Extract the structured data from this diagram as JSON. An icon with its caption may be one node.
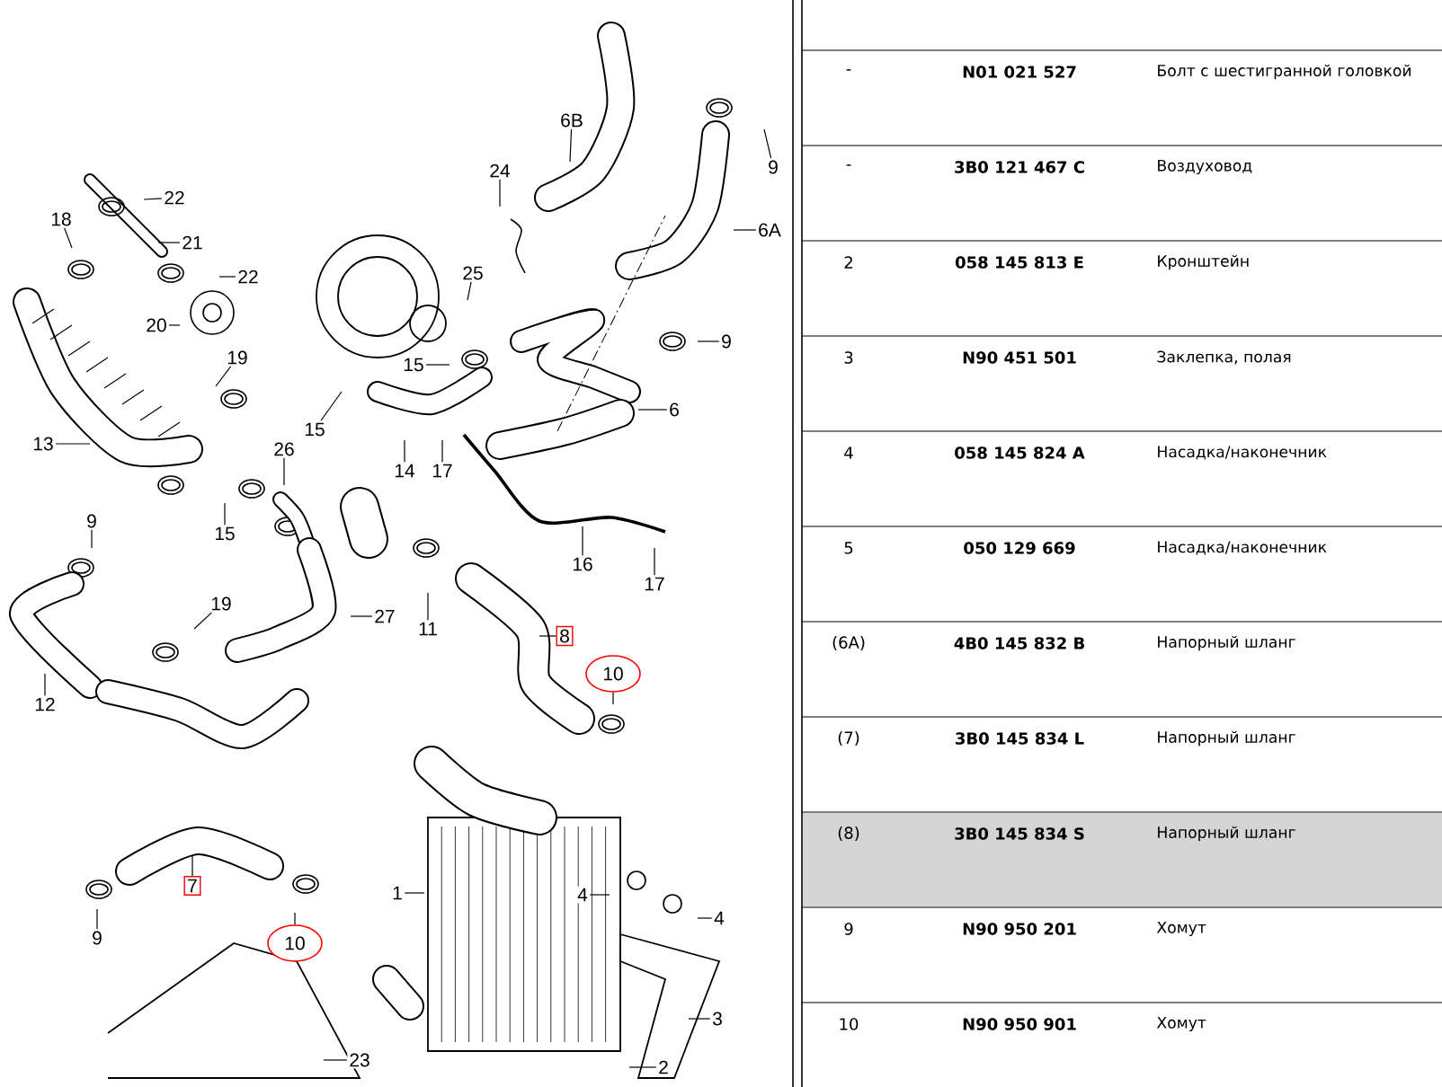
{
  "diagram": {
    "nodes": [
      {
        "text": [
          "22"
        ]
      },
      {
        "text": [
          "21"
        ]
      },
      {
        "text": [
          "22"
        ]
      },
      {
        "text": [
          "18"
        ]
      },
      {
        "text": [
          "20"
        ]
      },
      {
        "text": [
          "19"
        ]
      },
      {
        "text": [
          "13"
        ]
      },
      {
        "text": [
          "15"
        ]
      },
      {
        "text": [
          "26"
        ]
      },
      {
        "text": [
          "15"
        ]
      },
      {
        "text": [
          "9"
        ]
      },
      {
        "text": [
          "19"
        ]
      },
      {
        "text": [
          "27"
        ]
      },
      {
        "text": [
          "12"
        ]
      },
      {
        "text": [
          "7"
        ]
      },
      {
        "text": [
          "9"
        ]
      },
      {
        "text": [
          "10"
        ]
      },
      {
        "text": [
          "23"
        ]
      },
      {
        "text": [
          "6B"
        ]
      },
      {
        "text": [
          "24"
        ]
      },
      {
        "text": [
          "9"
        ]
      },
      {
        "text": [
          "6A"
        ]
      },
      {
        "text": [
          "25"
        ]
      },
      {
        "text": [
          "9"
        ]
      },
      {
        "text": [
          "15"
        ]
      },
      {
        "text": [
          "6"
        ]
      },
      {
        "text": [
          "14"
        ]
      },
      {
        "text": [
          "17"
        ]
      },
      {
        "text": [
          "16"
        ]
      },
      {
        "text": [
          "17"
        ]
      },
      {
        "text": [
          "11"
        ]
      },
      {
        "text": [
          "8"
        ]
      },
      {
        "text": [
          "10"
        ]
      },
      {
        "text": [
          "1"
        ]
      },
      {
        "text": [
          "4"
        ]
      },
      {
        "text": [
          "4"
        ]
      },
      {
        "text": [
          "3"
        ]
      },
      {
        "text": [
          "2"
        ]
      }
    ],
    "edges": [
      {
        "from": 0,
        "to": null,
        "arrow": "none"
      },
      {
        "from": 1,
        "to": null,
        "arrow": "none"
      },
      {
        "from": 2,
        "to": null,
        "arrow": "none"
      },
      {
        "from": 3,
        "to": null,
        "arrow": "none"
      },
      {
        "from": 4,
        "to": null,
        "arrow": "none"
      },
      {
        "from": 5,
        "to": null,
        "arrow": "none"
      },
      {
        "from": 6,
        "to": null,
        "arrow": "none"
      },
      {
        "from": 7,
        "to": null,
        "arrow": "none"
      },
      {
        "from": 8,
        "to": null,
        "arrow": "none"
      },
      {
        "from": 9,
        "to": null,
        "arrow": "none"
      },
      {
        "from": 10,
        "to": null,
        "arrow": "none"
      },
      {
        "from": 11,
        "to": null,
        "arrow": "none"
      },
      {
        "from": 12,
        "to": null,
        "arrow": "none"
      },
      {
        "from": 13,
        "to": null,
        "arrow": "none"
      },
      {
        "from": 14,
        "to": null,
        "arrow": "none"
      },
      {
        "from": 15,
        "to": null,
        "arrow": "none"
      },
      {
        "from": 16,
        "to": null,
        "arrow": "none"
      },
      {
        "from": 17,
        "to": null,
        "arrow": "none"
      },
      {
        "from": 18,
        "to": null,
        "arrow": "none"
      },
      {
        "from": 19,
        "to": null,
        "arrow": "none"
      },
      {
        "from": 20,
        "to": null,
        "arrow": "none"
      },
      {
        "from": 21,
        "to": null,
        "arrow": "none"
      },
      {
        "from": 22,
        "to": null,
        "arrow": "none"
      },
      {
        "from": 23,
        "to": null,
        "arrow": "none"
      },
      {
        "from": 24,
        "to": null,
        "arrow": "none"
      },
      {
        "from": 25,
        "to": null,
        "arrow": "none"
      },
      {
        "from": 26,
        "to": null,
        "arrow": "none"
      },
      {
        "from": 27,
        "to": null,
        "arrow": "none"
      },
      {
        "from": 28,
        "to": null,
        "arrow": "none"
      },
      {
        "from": 29,
        "to": null,
        "arrow": "none"
      },
      {
        "from": 30,
        "to": null,
        "arrow": "none"
      },
      {
        "from": 31,
        "to": null,
        "arrow": "none"
      },
      {
        "from": 32,
        "to": null,
        "arrow": "none"
      },
      {
        "from": 33,
        "to": null,
        "arrow": "none"
      },
      {
        "from": 34,
        "to": null,
        "arrow": "none"
      },
      {
        "from": 35,
        "to": null,
        "arrow": "none"
      },
      {
        "from": 36,
        "to": null,
        "arrow": "none"
      },
      {
        "from": 37,
        "to": null,
        "arrow": "none"
      }
    ],
    "labels": [
      "-",
      "N01 021 527",
      "Болт с шестигранной головкой",
      "-",
      "3B0 121 467 C",
      "Воздуховод",
      "2",
      "058 145 813 E",
      "Кронштейн",
      "3",
      "N90 451 501",
      "Заклепка, полая",
      "4",
      "058 145 824 A",
      "Насадка/наконечник",
      "5",
      "050 129 669",
      "Насадка/наконечник",
      "(6A)",
      "4B0 145 832 B",
      "Напорный шланг",
      "(7)",
      "3B0 145 834 L",
      "Напорный шланг",
      "(8)",
      "3B0 145 834 S",
      "Напорный шланг",
      "9",
      "N90 950 201",
      "Хомут",
      "10",
      "N90 950 901",
      "Хомут"
    ]
  }
}
